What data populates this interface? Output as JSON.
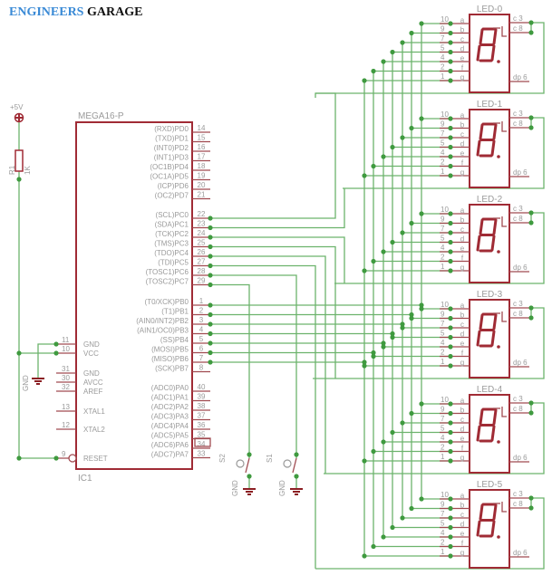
{
  "brand": {
    "part1": "ENGINEERS",
    "part2": "GARAGE"
  },
  "power": {
    "label": "+5V",
    "resistor_name": "R1",
    "resistor_value": "1K",
    "gnd_label": "GND"
  },
  "ic": {
    "part": "MEGA16-P",
    "name": "IC1",
    "right_pins": [
      {
        "label": "(RXD)PD0",
        "num": "14"
      },
      {
        "label": "(TXD)PD1",
        "num": "15"
      },
      {
        "label": "(INT0)PD2",
        "num": "16"
      },
      {
        "label": "(INT1)PD3",
        "num": "17"
      },
      {
        "label": "(OC1B)PD4",
        "num": "18"
      },
      {
        "label": "(OC1A)PD5",
        "num": "19"
      },
      {
        "label": "(ICP)PD6",
        "num": "20"
      },
      {
        "label": "(OC2)PD7",
        "num": "21"
      },
      {
        "label": "(SCL)PC0",
        "num": "22"
      },
      {
        "label": "(SDA)PC1",
        "num": "23"
      },
      {
        "label": "(TCK)PC2",
        "num": "24"
      },
      {
        "label": "(TMS)PC3",
        "num": "25"
      },
      {
        "label": "(TDO)PC4",
        "num": "26"
      },
      {
        "label": "(TDI)PC5",
        "num": "27"
      },
      {
        "label": "(TOSC1)PC6",
        "num": "28"
      },
      {
        "label": "(TOSC2)PC7",
        "num": "29"
      },
      {
        "label": "(T0/XCK)PB0",
        "num": "1"
      },
      {
        "label": "(T1)PB1",
        "num": "2"
      },
      {
        "label": "(AIN0/INT2)PB2",
        "num": "3"
      },
      {
        "label": "(AIN1/OC0)PB3",
        "num": "4"
      },
      {
        "label": "(SS)PB4",
        "num": "5"
      },
      {
        "label": "(MOSI)PB5",
        "num": "6"
      },
      {
        "label": "(MISO)PB6",
        "num": "7"
      },
      {
        "label": "(SCK)PB7",
        "num": "8"
      },
      {
        "label": "(ADC0)PA0",
        "num": "40"
      },
      {
        "label": "(ADC1)PA1",
        "num": "39"
      },
      {
        "label": "(ADC2)PA2",
        "num": "38"
      },
      {
        "label": "(ADC3)PA3",
        "num": "37"
      },
      {
        "label": "(ADC4)PA4",
        "num": "36"
      },
      {
        "label": "(ADC5)PA5",
        "num": "35"
      },
      {
        "label": "(ADC6)PA6",
        "num": "34"
      },
      {
        "label": "(ADC7)PA7",
        "num": "33"
      }
    ],
    "left_pins": [
      {
        "label": "GND",
        "num": "11"
      },
      {
        "label": "VCC",
        "num": "10"
      },
      {
        "label": "GND",
        "num": "31"
      },
      {
        "label": "AVCC",
        "num": "30"
      },
      {
        "label": "AREF",
        "num": "32"
      },
      {
        "label": "XTAL1",
        "num": "13"
      },
      {
        "label": "XTAL2",
        "num": "12"
      },
      {
        "label": "RESET",
        "num": "9"
      }
    ]
  },
  "switches": [
    {
      "name": "S2",
      "gnd_label": "GND"
    },
    {
      "name": "S1",
      "gnd_label": "GND"
    }
  ],
  "displays": [
    {
      "name": "LED-0"
    },
    {
      "name": "LED-1"
    },
    {
      "name": "LED-2"
    },
    {
      "name": "LED-3"
    },
    {
      "name": "LED-4"
    },
    {
      "name": "LED-5"
    }
  ],
  "display_pins": {
    "left": [
      {
        "num": "10",
        "seg": "a"
      },
      {
        "num": "9",
        "seg": "b"
      },
      {
        "num": "7",
        "seg": "c"
      },
      {
        "num": "5",
        "seg": "d"
      },
      {
        "num": "4",
        "seg": "e"
      },
      {
        "num": "2",
        "seg": "f"
      },
      {
        "num": "1",
        "seg": "g"
      }
    ],
    "right": [
      {
        "num": "3",
        "seg": "c"
      },
      {
        "num": "8",
        "seg": "c"
      },
      {
        "num": "6",
        "seg": "dp"
      }
    ]
  }
}
